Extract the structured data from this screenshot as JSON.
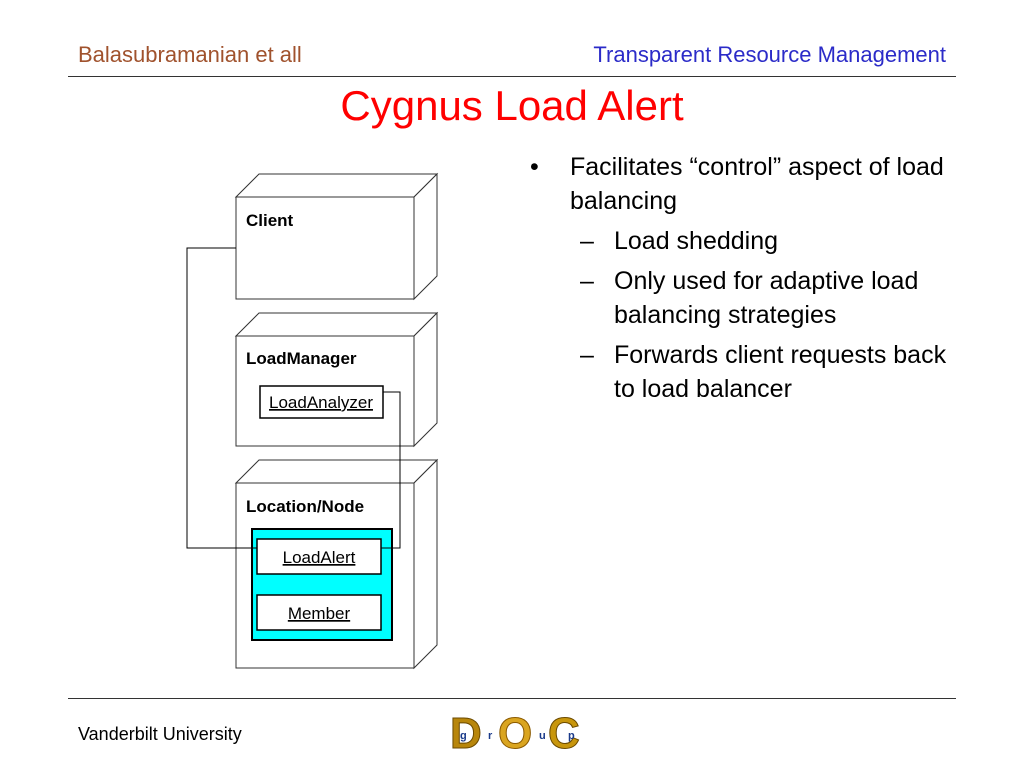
{
  "header": {
    "author": "Balasubramanian et all",
    "topic": "Transparent Resource Management"
  },
  "slide_title": "Cygnus Load Alert",
  "diagram": {
    "client_label": "Client",
    "loadmanager_label": "LoadManager",
    "loadanalyzer_label": "LoadAnalyzer",
    "location_label": "Location/Node",
    "loadalert_label": "LoadAlert",
    "member_label": "Member",
    "highlight_color": "#00ffff"
  },
  "bullets": {
    "item1": "Facilitates “control” aspect of load balancing",
    "sub1": "Load shedding",
    "sub2": "Only used for adaptive load balancing strategies",
    "sub3": "Forwards client requests back to load balancer",
    "bullet_mark": "•",
    "dash_mark": "–"
  },
  "footer": {
    "institution": "Vanderbilt University",
    "logo_letters": [
      "D",
      "O",
      "C"
    ],
    "logo_small_letters": [
      "g",
      "r",
      "u",
      "p"
    ]
  }
}
